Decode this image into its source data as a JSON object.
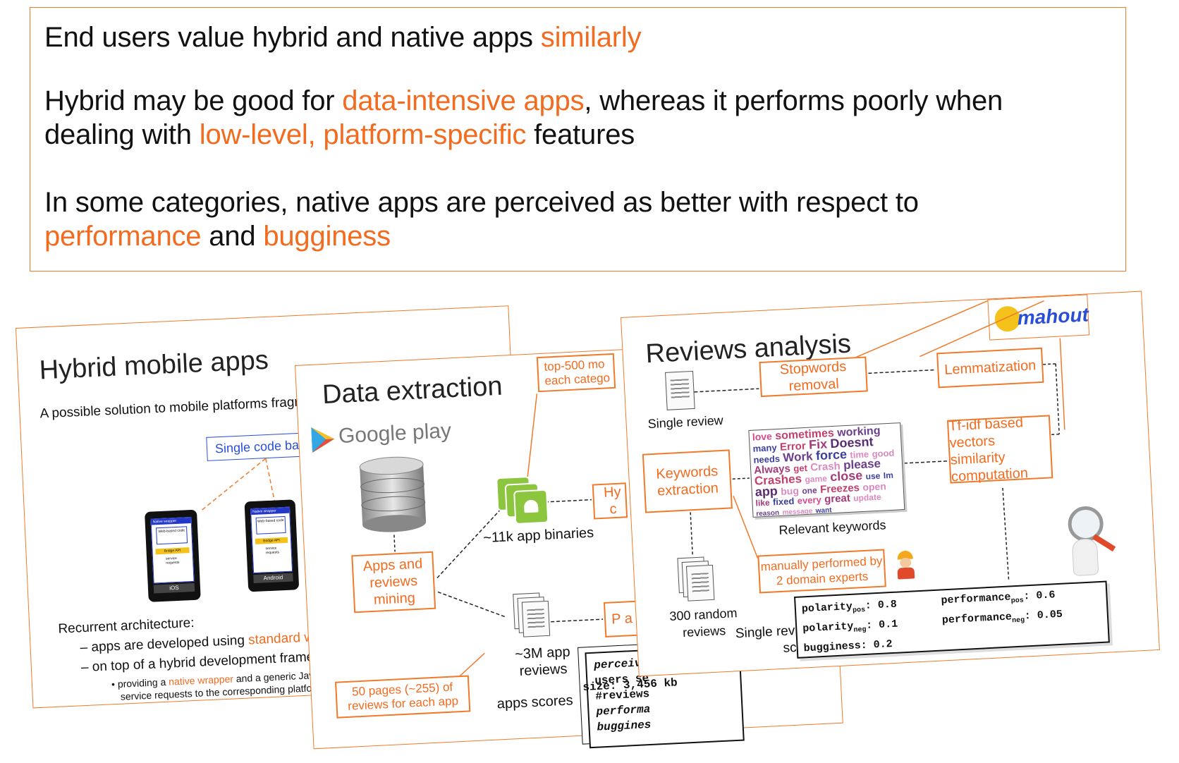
{
  "summary": {
    "line1": {
      "pre": "End users value hybrid and native apps ",
      "hl": "similarly"
    },
    "line2": {
      "pre": "Hybrid may be good for ",
      "hl": "data-intensive apps",
      "post": ", whereas it performs poorly when"
    },
    "line3": {
      "pre": "dealing with ",
      "hl": "low-level, platform-specific",
      "post": " features"
    },
    "line4": {
      "text": "In some categories, native apps are perceived as better with respect to"
    },
    "line5": {
      "hl1": "performance",
      "mid": " and ",
      "hl2": "bugginess"
    }
  },
  "slide_hybrid": {
    "title": "Hybrid mobile apps",
    "subtitle": "A possible solution to mobile platforms fragr",
    "code_base": "Single code base",
    "phone_ios": {
      "wrapper": "Native wrapper",
      "web": "Web-based code",
      "bridge": "Bridge API",
      "service": "service requests",
      "platform": "iOS"
    },
    "phone_android": {
      "wrapper": "Native wrapper",
      "web": "Web-based code",
      "bridge": "Bridge API",
      "service": "service requests",
      "platform": "Android"
    },
    "recurrent": "Recurrent architecture:",
    "bullet1": {
      "pre": "apps are developed using ",
      "hl": "standard we"
    },
    "bullet2": "on top of a hybrid development framew",
    "sub1": {
      "pre": "providing a ",
      "hl": "native wrapper",
      "post": " and a generic Jav"
    },
    "sub2": "service requests to the corresponding platfo"
  },
  "slide_extraction": {
    "title": "Data extraction",
    "google_play": "Google play",
    "mining": "Apps and reviews mining",
    "binaries": "~11k app binaries",
    "reviews": "~3M app reviews",
    "top500": "top-500 mo each catego",
    "pages": "50 pages (~255) of reviews for each app",
    "box_hy": "Hy c",
    "box_p": "P a",
    "apps_scores": "apps scores",
    "score_lines": [
      "perceive",
      "users se",
      "#reviews",
      "performa",
      "buggines",
      "size: 3,456 kb"
    ]
  },
  "slide_reviews": {
    "title": "Reviews analysis",
    "mahout": "mahout",
    "single_review": "Single review",
    "stopwords": "Stopwords removal",
    "lemmatization": "Lemmatization",
    "keywords": "Keywords extraction",
    "tfidf": "Tf-idf based vectors similarity computation",
    "relevant": "Relevant keywords",
    "manual": "manually performed by 2 domain experts",
    "random": "300 random reviews",
    "score_label": "Single review score",
    "words": [
      "love",
      "sometimes",
      "working",
      "many",
      "Error",
      "Fix",
      "Doesnt",
      "needs",
      "Work",
      "force",
      "time",
      "good",
      "Always",
      "get",
      "Crash",
      "please",
      "Crashes",
      "game",
      "close",
      "use",
      "Im",
      "app",
      "bug",
      "one",
      "Freezes",
      "open",
      "like",
      "fixed",
      "every",
      "great",
      "update",
      "reason",
      "message",
      "want"
    ]
  },
  "score_card": {
    "polarity_pos": "polarity",
    "polarity_pos_sub": "pos",
    "polarity_pos_val": ": 0.8",
    "polarity_neg": "polarity",
    "polarity_neg_sub": "neg",
    "polarity_neg_val": ": 0.1",
    "bugginess": "bugginess: 0.2",
    "performance_pos": "performance",
    "performance_pos_sub": "pos",
    "performance_pos_val": ": 0.6",
    "performance_neg": "performance",
    "performance_neg_sub": "neg",
    "performance_neg_val": ": 0.05"
  },
  "colors": {
    "accent": "#f26b1f",
    "blue": "#2a4fd6",
    "phone_blue": "#2438c8",
    "phone_yellow": "#f4c21b"
  }
}
